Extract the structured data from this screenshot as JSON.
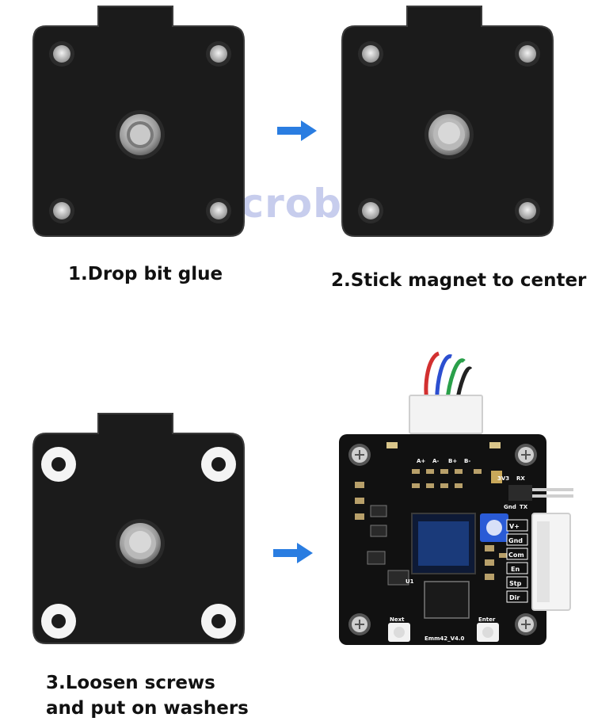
{
  "steps": [
    {
      "caption": "1.Drop bit glue"
    },
    {
      "caption": "2.Stick magnet to center"
    },
    {
      "caption_line1": "3.Loosen screws",
      "caption_line2": "and put on washers"
    }
  ],
  "watermark": "Macrobase",
  "board": {
    "model": "Emm42_V4.0",
    "next_button": "Next",
    "enter_button": "Enter",
    "top_pins": [
      "A+",
      "A-",
      "B+",
      "B-"
    ],
    "uart_labels": {
      "v33": "3V3",
      "rx": "RX",
      "gnd": "Gnd",
      "tx": "TX"
    },
    "side_pins": [
      "V+",
      "Gnd",
      "Com",
      "En",
      "Stp",
      "Dir"
    ],
    "chip_mark": "U1"
  },
  "colors": {
    "motor": "#1c1c1c",
    "board": "#111111",
    "oled": "#1a3a7a",
    "accent_arrow": "#2a7de1"
  }
}
